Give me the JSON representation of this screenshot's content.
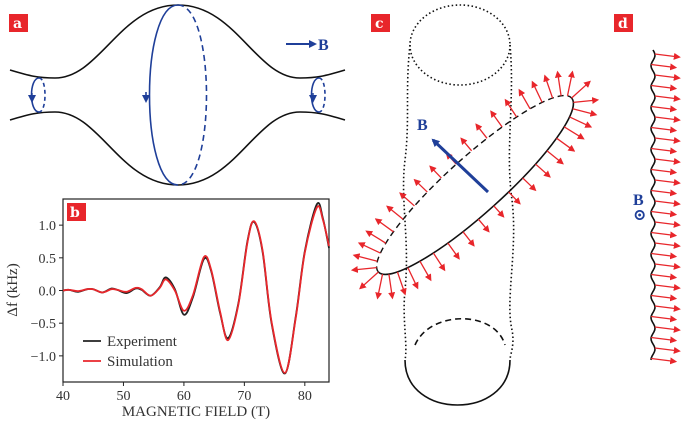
{
  "panels": {
    "a": {
      "label": "a",
      "field_label": "B"
    },
    "b": {
      "label": "b"
    },
    "c": {
      "label": "c",
      "field_label": "B"
    },
    "d": {
      "label": "d",
      "field_label": "B",
      "field_symbol": "⊙"
    }
  },
  "colors": {
    "panel_label_bg": "#e8262b",
    "field_blue": "#1f3f99",
    "arrow_red": "#e8262b",
    "experiment": "#222222",
    "simulation": "#e8262b"
  },
  "chart_data": {
    "type": "line",
    "title": "",
    "xlabel": "MAGNETIC FIELD (T)",
    "ylabel": "Δf (kHz)",
    "xlim": [
      40,
      84
    ],
    "ylim": [
      -1.4,
      1.4
    ],
    "xticks": [
      40,
      50,
      60,
      70,
      80
    ],
    "xtick_labels": [
      "40",
      "50",
      "60",
      "70",
      "80"
    ],
    "yticks": [
      1.0,
      0.5,
      0.0,
      -0.5,
      -1.0
    ],
    "ytick_labels": [
      "1.0",
      "0.5",
      "0.0",
      "−0.5",
      "−1.0"
    ],
    "legend_position": "bottom-left",
    "grid": false,
    "series": [
      {
        "name": "Experiment",
        "x": [
          40,
          41,
          42.5,
          44,
          45,
          46.5,
          48,
          49,
          50.5,
          52,
          53,
          54.5,
          56,
          57,
          58.5,
          60,
          61.5,
          63.3,
          64.5,
          66,
          67.3,
          69,
          70.5,
          71.6,
          73,
          74.5,
          76.7,
          78.5,
          80,
          82,
          83,
          84
        ],
        "y": [
          0.0,
          0.01,
          -0.02,
          0.02,
          0.02,
          -0.03,
          0.03,
          0.01,
          -0.04,
          0.03,
          0.01,
          -0.08,
          0.05,
          0.2,
          0.02,
          -0.37,
          -0.1,
          0.48,
          0.3,
          -0.35,
          -0.73,
          -0.2,
          0.75,
          1.05,
          0.6,
          -0.5,
          -1.27,
          -0.4,
          0.6,
          1.32,
          1.1,
          0.65
        ]
      },
      {
        "name": "Simulation",
        "x": [
          40,
          41,
          42.5,
          44,
          45,
          46.5,
          48,
          49,
          50.5,
          52,
          53,
          54.5,
          56,
          57,
          58.5,
          60,
          61.5,
          63.3,
          64.5,
          66,
          67.3,
          69,
          70.5,
          71.6,
          73,
          74.5,
          76.7,
          78.5,
          80,
          82,
          83,
          84
        ],
        "y": [
          0.0,
          0.01,
          -0.01,
          0.02,
          0.02,
          -0.03,
          0.02,
          0.01,
          -0.02,
          0.04,
          0.02,
          -0.08,
          0.04,
          0.17,
          0.0,
          -0.31,
          -0.07,
          0.51,
          0.32,
          -0.33,
          -0.76,
          -0.22,
          0.73,
          1.06,
          0.62,
          -0.48,
          -1.26,
          -0.42,
          0.58,
          1.27,
          1.08,
          0.68
        ]
      }
    ]
  }
}
